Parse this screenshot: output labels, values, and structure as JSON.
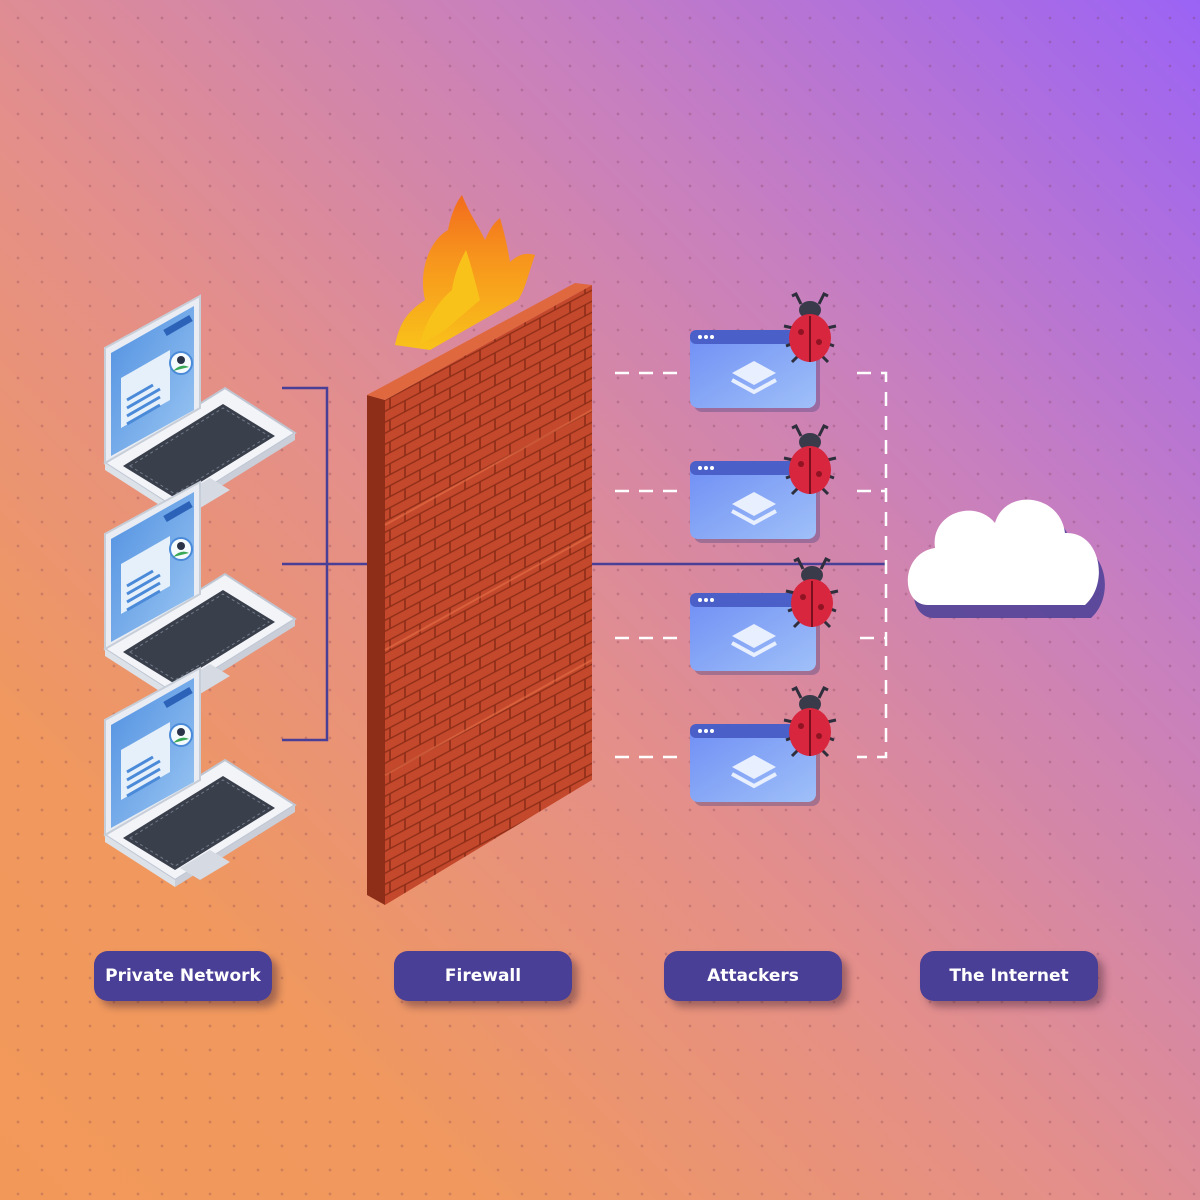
{
  "labels": {
    "private_network": "Private Network",
    "firewall": "Firewall",
    "attackers": "Attackers",
    "internet": "The Internet"
  },
  "colors": {
    "label_bg": "#4a3f96",
    "label_text": "#ffffff",
    "connector": "#4a3f96",
    "dashed_connector": "#ffffff",
    "brick": "#c2472a",
    "flame": "#f7941d",
    "bug": "#d7263d",
    "window": "#6e8df5"
  },
  "icons": {
    "laptop": "laptop-icon",
    "firewall": "brick-wall-icon",
    "flame": "flame-icon",
    "window": "browser-window-icon",
    "bug": "bug-icon",
    "cloud": "cloud-icon"
  }
}
